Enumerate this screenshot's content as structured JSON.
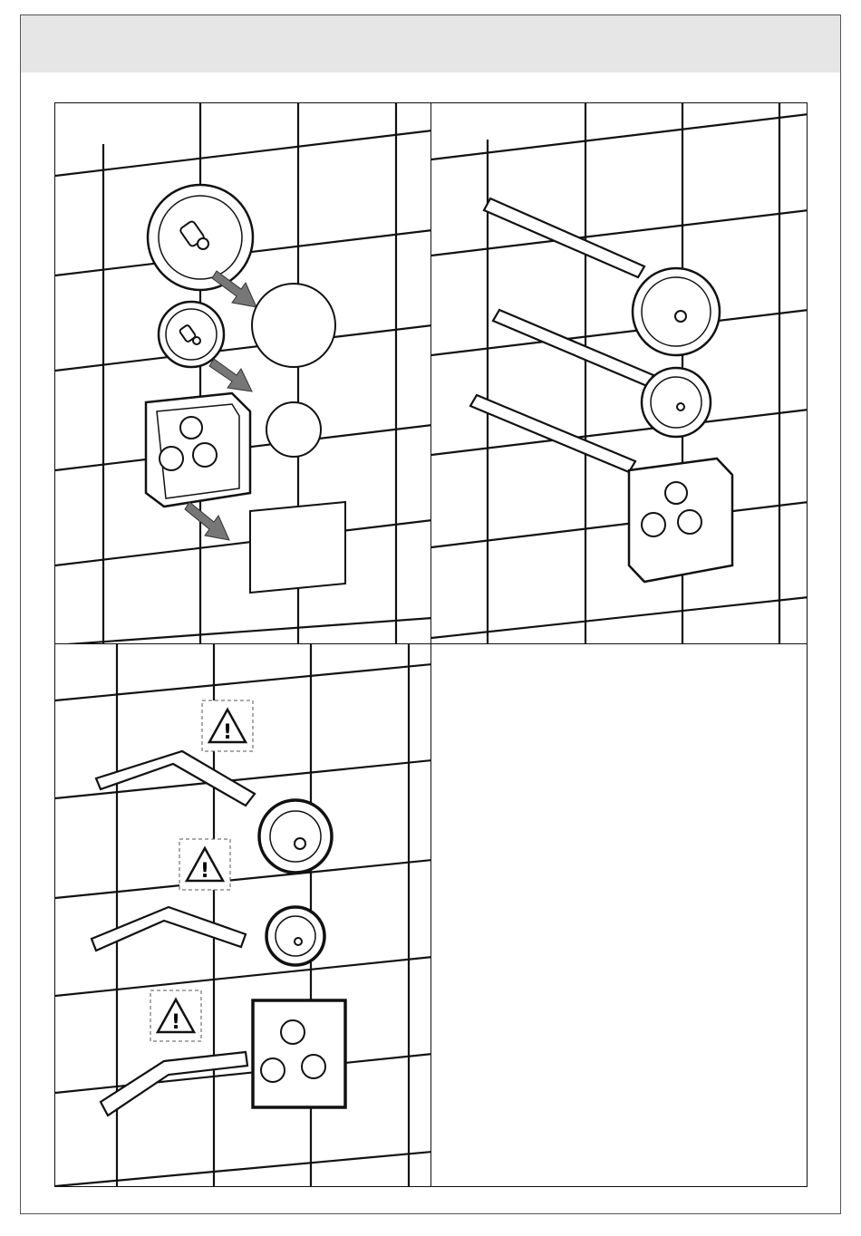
{
  "header": {
    "title": ""
  },
  "panels": [
    {
      "id": "step-1",
      "caption": ""
    },
    {
      "id": "step-2",
      "caption": ""
    },
    {
      "id": "step-3",
      "caption": ""
    },
    {
      "id": "step-4",
      "caption": ""
    }
  ],
  "warning_symbol": "!",
  "colors": {
    "line": "#111111",
    "arrow": "#666666",
    "band": "#e6e6e6"
  }
}
